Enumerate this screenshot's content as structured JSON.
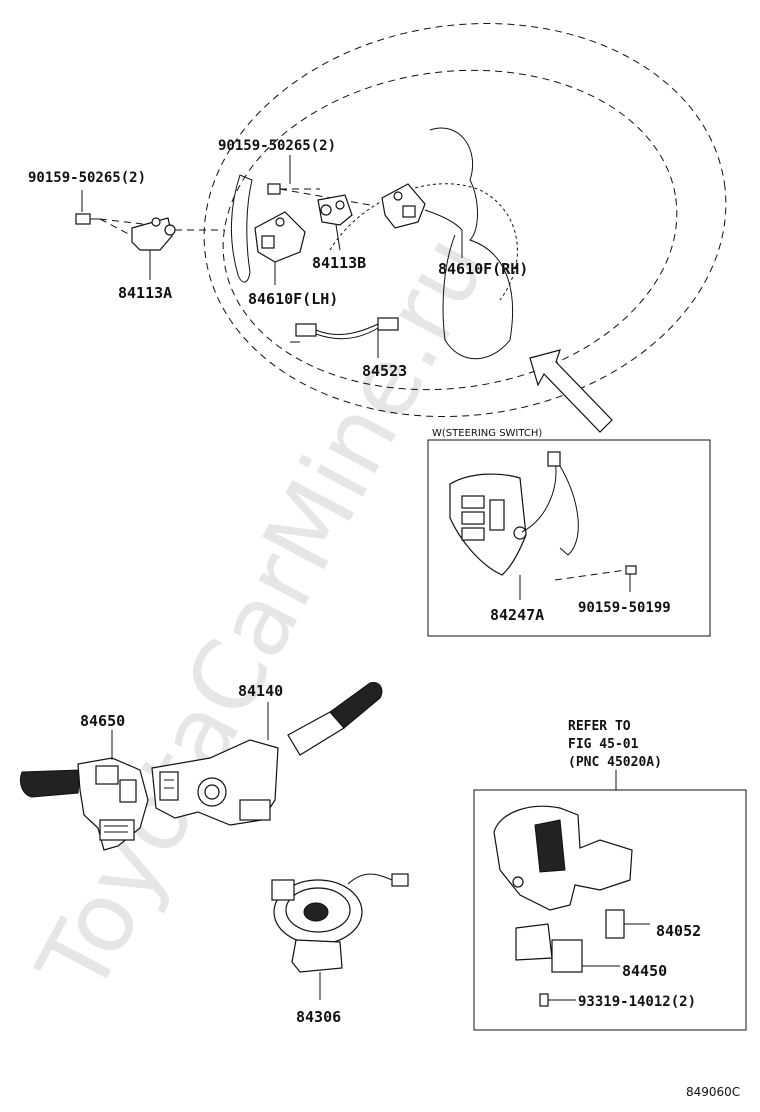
{
  "watermark": "ToyotaCarMine.ru",
  "labels": {
    "bolt_left": "90159-50265(2)",
    "bolt_center": "90159-50265(2)",
    "bracket_a": "84113A",
    "bracket_b": "84113B",
    "switch_lh": "84610F(LH)",
    "switch_rh": "84610F(RH)",
    "wire": "84523",
    "steering_switch": "84247A",
    "screw_inset": "90159-50199",
    "turn_switch": "84650",
    "wiper_switch": "84140",
    "spiral_cable": "84306",
    "part_84052": "84052",
    "part_84450": "84450",
    "screw_lock": "93319-14012(2)"
  },
  "inset_caption": "W(STEERING SWITCH)",
  "refer": {
    "line1": "REFER TO",
    "line2": "FIG 45-01",
    "line3": "(PNC 45020A)"
  },
  "figure_code": "849060C"
}
